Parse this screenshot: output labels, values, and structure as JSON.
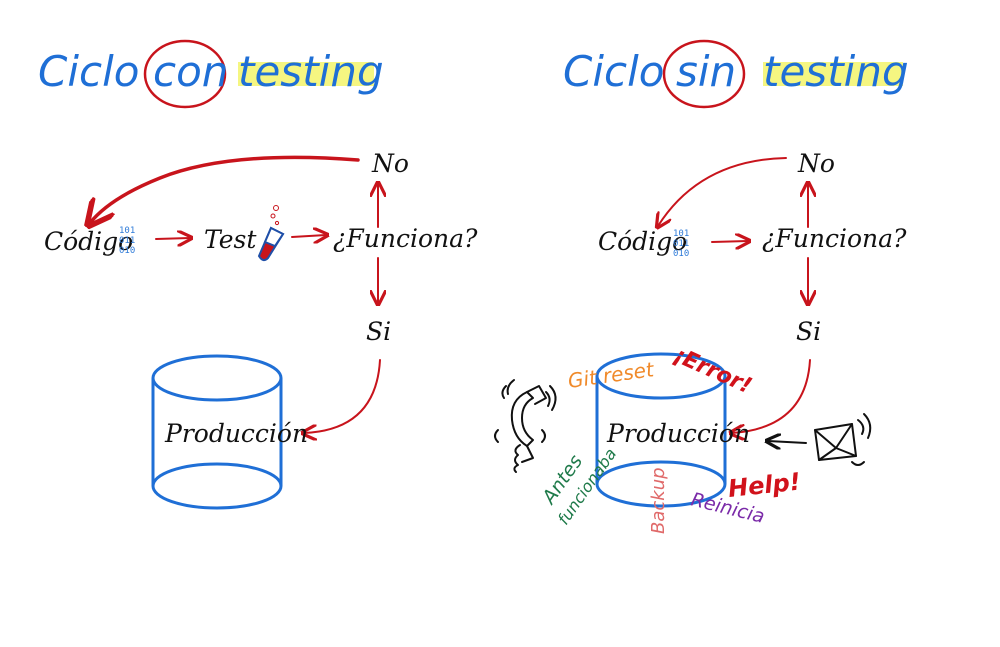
{
  "colors": {
    "blue": "#1f6fd6",
    "red": "#c8141c",
    "highlight": "#f3f56b",
    "cylinder_fill": "#dbe9fb",
    "git": "#f08a2a",
    "error": "#d1121b",
    "antes": "#1f7a4a",
    "backup": "#e06a6a",
    "reinicia": "#7a2aa8"
  },
  "left": {
    "title_word1": "Ciclo",
    "title_word2": "con",
    "title_word3": "testing",
    "codigo": "Código",
    "binary": [
      "101",
      "011",
      "010"
    ],
    "test": "Test",
    "funciona": "¿Funciona?",
    "no": "No",
    "si": "Si",
    "produccion": "Producción"
  },
  "right": {
    "title_word1": "Ciclo",
    "title_word2": "sin",
    "title_word3": "testing",
    "codigo": "Código",
    "binary": [
      "101",
      "011",
      "010"
    ],
    "funciona": "¿Funciona?",
    "no": "No",
    "si": "Si",
    "produccion": "Producción",
    "notes": {
      "git": "Git reset",
      "error": "¡Error!",
      "help": "Help!",
      "antes": "Antes",
      "funcionaba": "funcionaba",
      "backup": "Backup",
      "reinicia": "Reinicia"
    }
  },
  "icons": {
    "test_tube": "test-tube-icon",
    "phone": "phone-icon",
    "mail": "envelope-icon"
  }
}
